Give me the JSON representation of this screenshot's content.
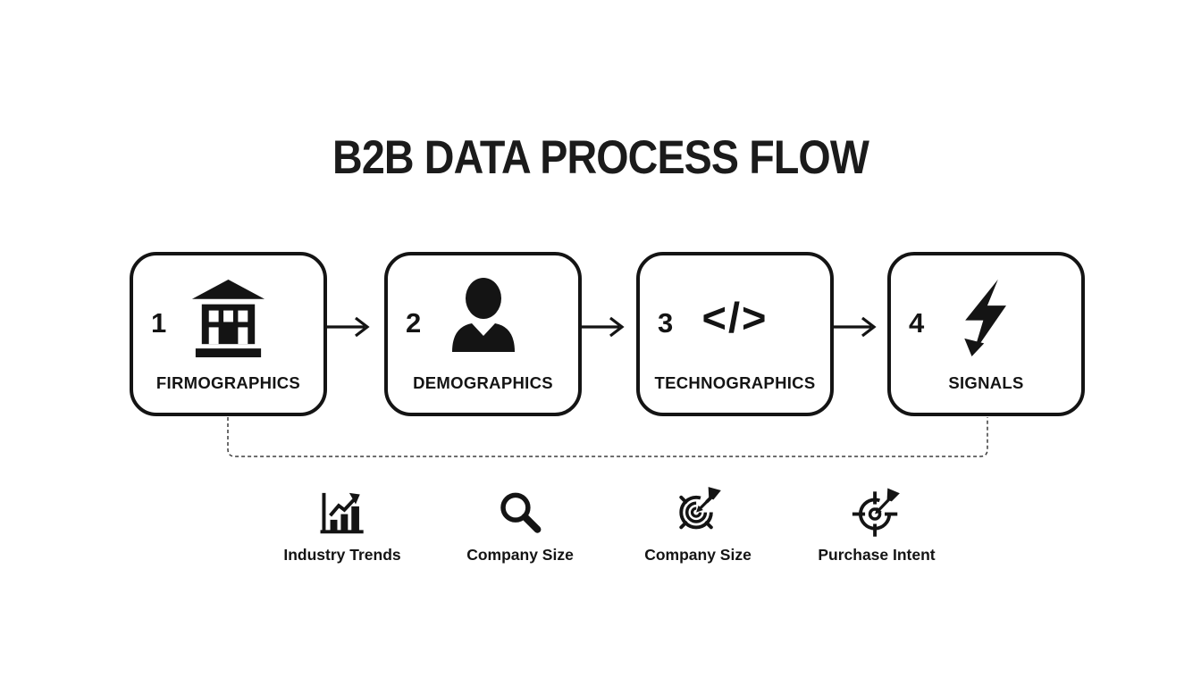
{
  "title": "B2B DATA PROCESS FLOW",
  "steps": [
    {
      "number": "1",
      "label": "FIRMOGRAPHICS",
      "icon": "building-icon"
    },
    {
      "number": "2",
      "label": "DEMOGRAPHICS",
      "icon": "person-icon"
    },
    {
      "number": "3",
      "label": "TECHNOGRAPHICS",
      "icon": "code-icon",
      "icon_text": "</>"
    },
    {
      "number": "4",
      "label": "SIGNALS",
      "icon": "bolt-arrow-icon"
    }
  ],
  "details": [
    {
      "label": "Industry Trends",
      "icon": "bar-chart-trend-icon"
    },
    {
      "label": "Company Size",
      "icon": "magnifier-icon"
    },
    {
      "label": "Company Size",
      "icon": "target-dart-icon"
    },
    {
      "label": "Purchase Intent",
      "icon": "crosshair-dart-icon"
    }
  ],
  "colors": {
    "ink": "#141414",
    "background": "#ffffff",
    "dashed_connector": "#3d3d3d"
  }
}
